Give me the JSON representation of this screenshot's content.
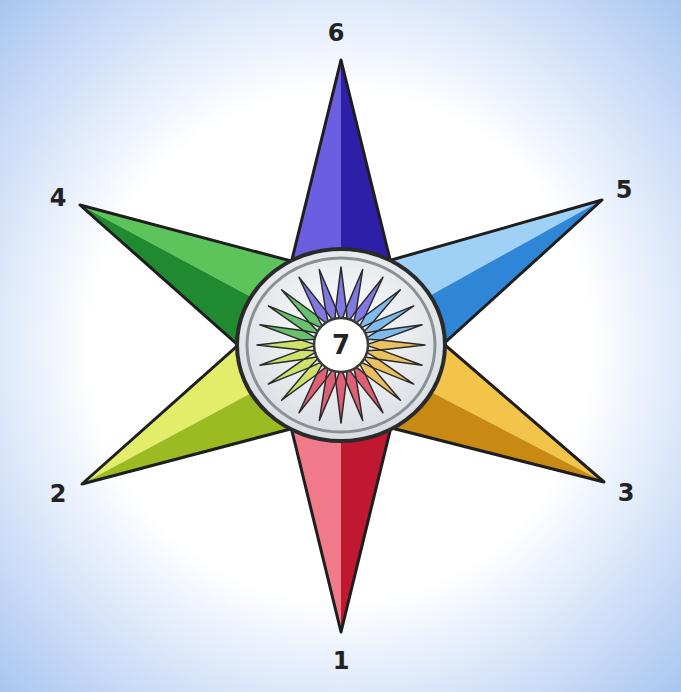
{
  "diagram": {
    "nodes": [
      {
        "text": [
          "7"
        ]
      }
    ],
    "labels": [
      "6",
      "4",
      "5",
      "2",
      "3",
      "1"
    ]
  }
}
